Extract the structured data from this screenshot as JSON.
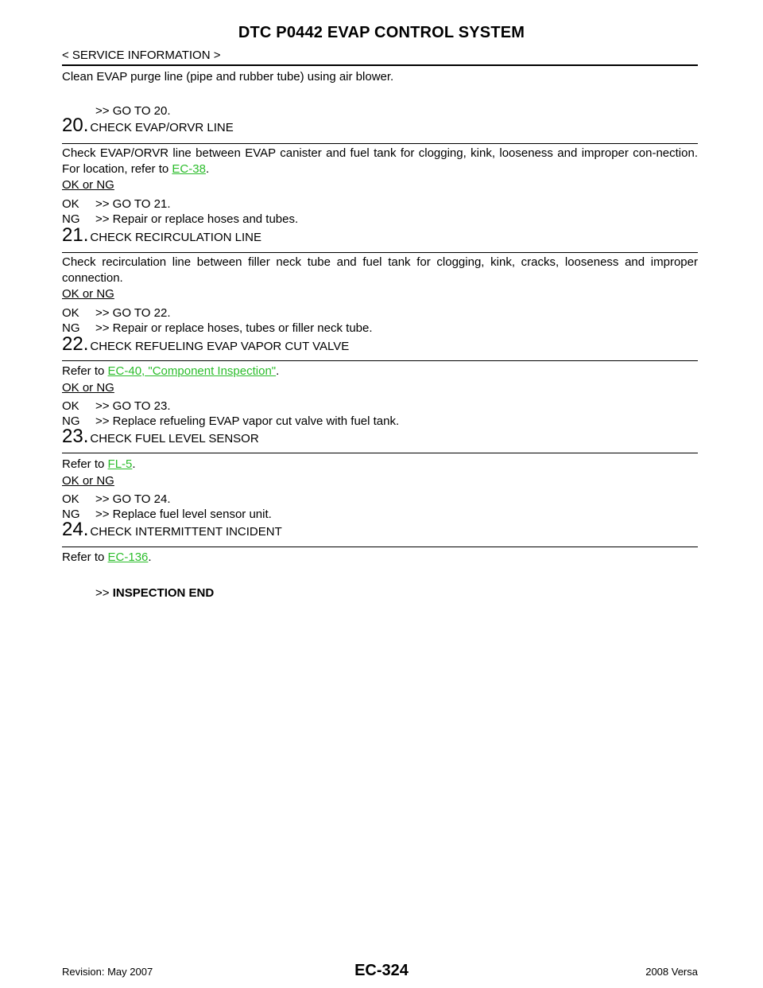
{
  "header": {
    "title": "DTC P0442 EVAP CONTROL SYSTEM",
    "breadcrumb": "< SERVICE INFORMATION >"
  },
  "intro": {
    "text": "Clean EVAP purge line (pipe and rubber tube) using air blower.",
    "goto_arrow": ">>",
    "goto": "GO TO 20."
  },
  "steps": [
    {
      "num": "20",
      "title": "CHECK EVAP/ORVR LINE",
      "body_pre": "Check EVAP/ORVR line between EVAP canister and fuel tank for clogging, kink, looseness and improper con-nection. For location, refer to",
      "link": "EC-38",
      "body_post": ".",
      "ok_ng": "OK or NG",
      "results": [
        {
          "code": "OK",
          "action": ">> GO TO 21."
        },
        {
          "code": "NG",
          "action": ">> Repair or replace hoses and tubes."
        }
      ]
    },
    {
      "num": "21",
      "title": "CHECK RECIRCULATION LINE",
      "body_pre": "Check recirculation line between filler neck tube and fuel tank for clogging, kink, cracks, looseness and improper connection.",
      "ok_ng": "OK or NG",
      "results": [
        {
          "code": "OK",
          "action": ">> GO TO 22."
        },
        {
          "code": "NG",
          "action": ">> Repair or replace hoses, tubes or filler neck tube."
        }
      ]
    },
    {
      "num": "22",
      "title": "CHECK REFUELING EVAP VAPOR CUT VALVE",
      "body_pre": "Refer to",
      "link": "EC-40, \"Component Inspection\"",
      "body_post": ".",
      "ok_ng": "OK or NG",
      "results": [
        {
          "code": "OK",
          "action": ">> GO TO 23."
        },
        {
          "code": "NG",
          "action": ">> Replace refueling EVAP vapor cut valve with fuel tank."
        }
      ]
    },
    {
      "num": "23",
      "title": "CHECK FUEL LEVEL SENSOR",
      "body_pre": "Refer to",
      "link": "FL-5",
      "body_post": ".",
      "ok_ng": "OK or NG",
      "results": [
        {
          "code": "OK",
          "action": ">> GO TO 24."
        },
        {
          "code": "NG",
          "action": ">> Replace fuel level sensor unit."
        }
      ]
    },
    {
      "num": "24",
      "title": "CHECK INTERMITTENT INCIDENT",
      "body_pre": "Refer to",
      "link": "EC-136",
      "body_post": ".",
      "final_arrow": ">>",
      "final_text": "INSPECTION END"
    }
  ],
  "footer": {
    "page": "EC-324",
    "revision": "Revision: May 2007",
    "model": "2008 Versa"
  },
  "colors": {
    "link": "#2bbd2b"
  }
}
